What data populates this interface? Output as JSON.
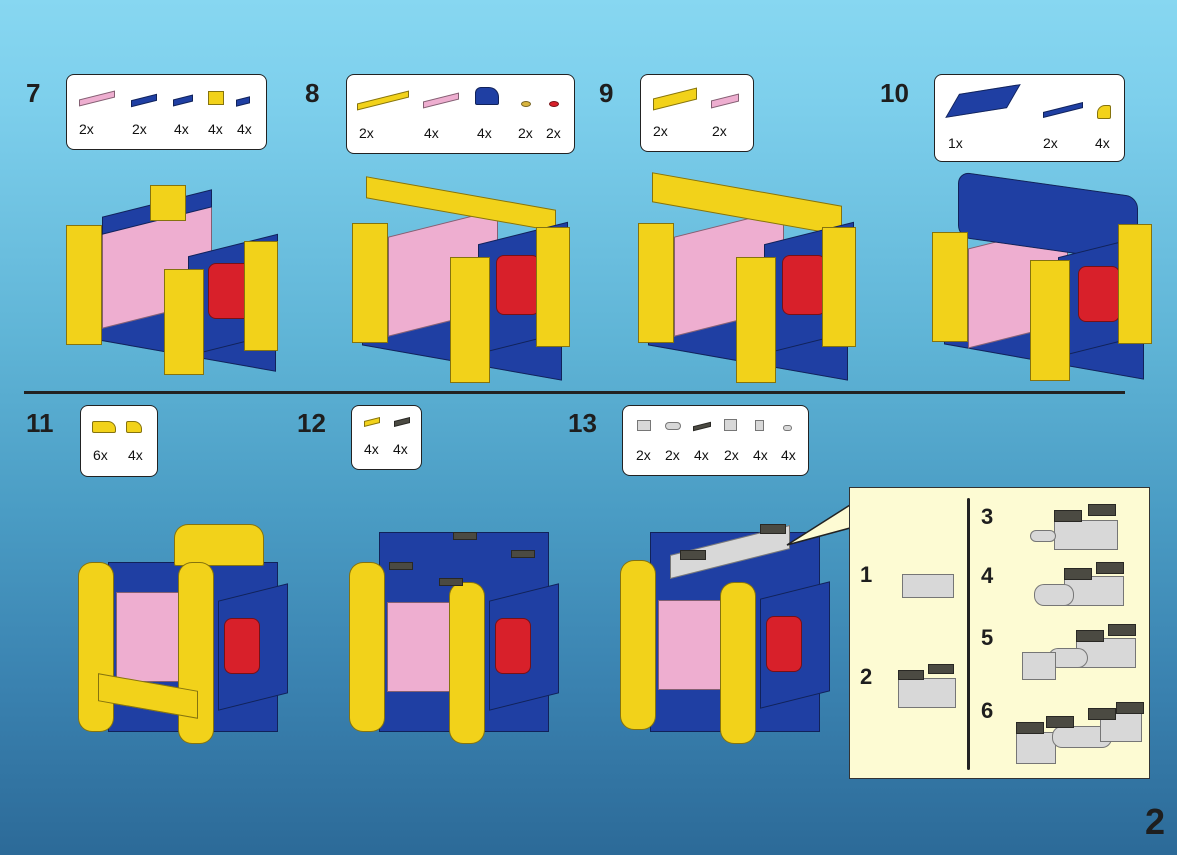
{
  "page": {
    "number": "2",
    "background_top": "#87d7f1",
    "background_bottom": "#2c6a98"
  },
  "steps": [
    {
      "number": "7",
      "parts": [
        {
          "name": "pink-plate-1x6",
          "color": "#eeaed0",
          "qty": "2x"
        },
        {
          "name": "blue-plate-1x4",
          "color": "#1f3fa3",
          "qty": "2x"
        },
        {
          "name": "blue-plate-1x3",
          "color": "#1f3fa3",
          "qty": "4x"
        },
        {
          "name": "yellow-brick-1x2",
          "color": "#f2d21a",
          "qty": "4x"
        },
        {
          "name": "blue-plate-1x2",
          "color": "#1f3fa3",
          "qty": "4x"
        }
      ]
    },
    {
      "number": "8",
      "parts": [
        {
          "name": "yellow-plate-1x8",
          "color": "#f2d21a",
          "qty": "2x"
        },
        {
          "name": "pink-plate-1x6",
          "color": "#eeaed0",
          "qty": "4x"
        },
        {
          "name": "blue-slope-2x2",
          "color": "#1f3fa3",
          "qty": "4x"
        },
        {
          "name": "tan-round-plate",
          "color": "#d8b43e",
          "qty": "2x"
        },
        {
          "name": "red-round-plate",
          "color": "#d8202a",
          "qty": "2x"
        }
      ]
    },
    {
      "number": "9",
      "parts": [
        {
          "name": "yellow-plate-2x6",
          "color": "#f2d21a",
          "qty": "2x"
        },
        {
          "name": "pink-plate-1x4",
          "color": "#eeaed0",
          "qty": "2x"
        }
      ]
    },
    {
      "number": "10",
      "parts": [
        {
          "name": "blue-plate-8x8",
          "color": "#1f3fa3",
          "qty": "1x"
        },
        {
          "name": "blue-plate-1x6",
          "color": "#1f3fa3",
          "qty": "2x"
        },
        {
          "name": "yellow-curved-slope",
          "color": "#f2d21a",
          "qty": "4x"
        }
      ]
    },
    {
      "number": "11",
      "parts": [
        {
          "name": "yellow-slope-2x3-inverted",
          "color": "#f2d21a",
          "qty": "6x"
        },
        {
          "name": "yellow-slope-2x2-inverted",
          "color": "#f2d21a",
          "qty": "4x"
        }
      ]
    },
    {
      "number": "12",
      "parts": [
        {
          "name": "yellow-tile-1x2-grille",
          "color": "#f2d21a",
          "qty": "4x"
        },
        {
          "name": "dark-grey-tile-1x2-grille",
          "color": "#4b4a42",
          "qty": "4x"
        }
      ]
    },
    {
      "number": "13",
      "parts": [
        {
          "name": "grey-technic-brick-1x2",
          "color": "#d8d8d8",
          "qty": "2x"
        },
        {
          "name": "grey-cylinder",
          "color": "#d8d8d8",
          "qty": "2x"
        },
        {
          "name": "dark-grey-grille-tile",
          "color": "#4b4a42",
          "qty": "4x"
        },
        {
          "name": "grey-brick-1x2-groove",
          "color": "#d8d8d8",
          "qty": "2x"
        },
        {
          "name": "grey-brick-1x1-clip",
          "color": "#d8d8d8",
          "qty": "4x"
        },
        {
          "name": "grey-round-connector",
          "color": "#d8d8d8",
          "qty": "4x"
        }
      ]
    }
  ],
  "callout": {
    "substeps": [
      {
        "number": "1"
      },
      {
        "number": "2"
      },
      {
        "number": "3"
      },
      {
        "number": "4"
      },
      {
        "number": "5"
      },
      {
        "number": "6"
      }
    ]
  }
}
